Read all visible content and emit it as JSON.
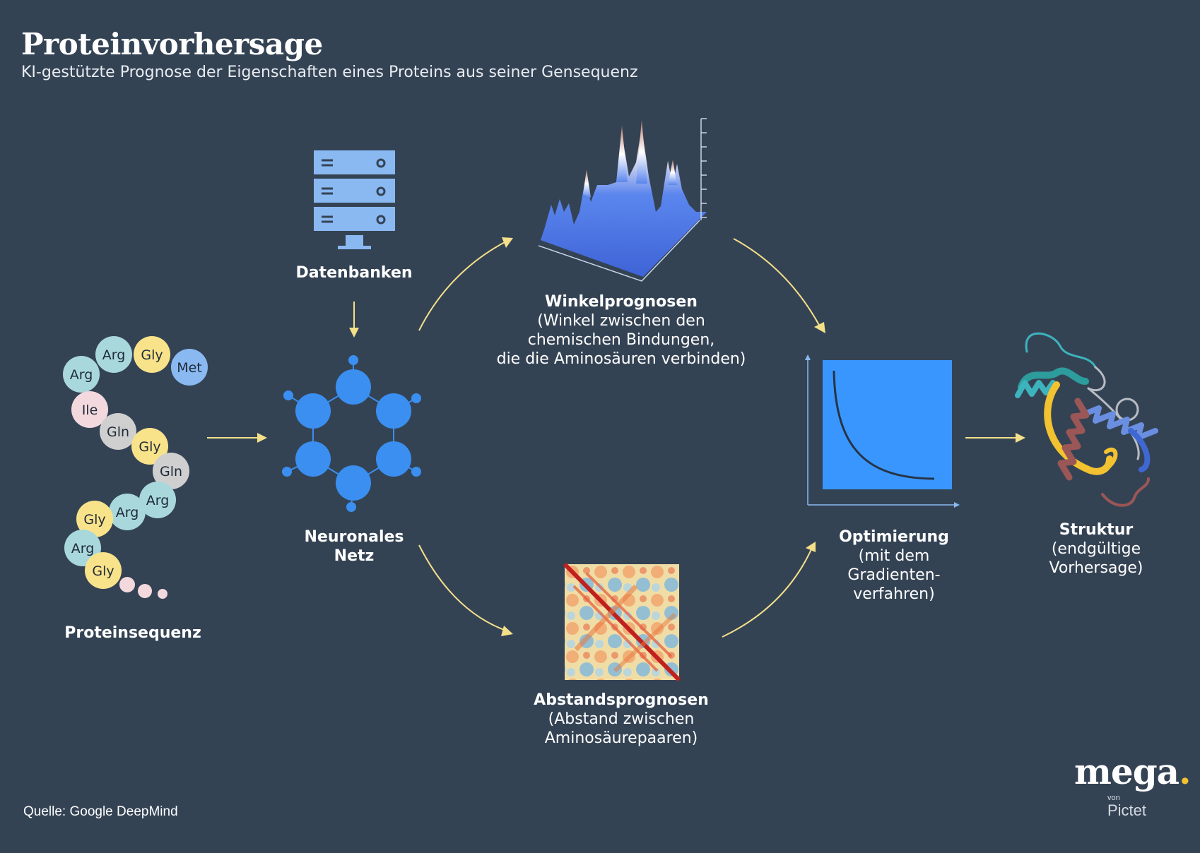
{
  "header": {
    "title": "Proteinvorhersage",
    "subtitle": "KI-gestützte Prognose der Eigenschaften eines Proteins aus seiner Gensequenz"
  },
  "nodes": {
    "sequence": {
      "title": "Proteinsequenz"
    },
    "databases": {
      "title": "Datenbanken"
    },
    "network": {
      "line1": "Neuronales",
      "line2": "Netz"
    },
    "angles": {
      "title": "Winkelprognosen",
      "line1": "(Winkel zwischen den",
      "line2": "chemischen Bindungen,",
      "line3": "die die Aminosäuren verbinden)"
    },
    "distances": {
      "title": "Abstandsprognosen",
      "line1": "(Abstand zwischen",
      "line2": "Aminosäurepaaren)"
    },
    "optimization": {
      "title": "Optimierung",
      "line1": "(mit dem",
      "line2": "Gradienten-",
      "line3": "verfahren)"
    },
    "structure": {
      "title": "Struktur",
      "line1": "(endgültige",
      "line2": "Vorhersage)"
    }
  },
  "amino_acids": [
    {
      "name": "Arg",
      "color": "#a9d8dc"
    },
    {
      "name": "Gly",
      "color": "#f9e38a"
    },
    {
      "name": "Met",
      "color": "#8ab9f2"
    },
    {
      "name": "Arg",
      "color": "#a9d8dc"
    },
    {
      "name": "Ile",
      "color": "#f3d9de"
    },
    {
      "name": "Gln",
      "color": "#cfcfcf"
    },
    {
      "name": "Gly",
      "color": "#f9e38a"
    },
    {
      "name": "Gln",
      "color": "#cfcfcf"
    },
    {
      "name": "Arg",
      "color": "#a9d8dc"
    },
    {
      "name": "Arg",
      "color": "#a9d8dc"
    },
    {
      "name": "Gly",
      "color": "#f9e38a"
    },
    {
      "name": "Arg",
      "color": "#a9d8dc"
    },
    {
      "name": "Gly",
      "color": "#f9e38a"
    }
  ],
  "colors": {
    "background": "#344354",
    "arrow": "#f5e08a",
    "network_blue": "#3a8ff0",
    "database_blue": "#8ab9f2",
    "accent_yellow": "#f2c230"
  },
  "footer": {
    "source": "Quelle: Google DeepMind",
    "logo_main": "mega",
    "logo_dot": ".",
    "logo_von": "von",
    "logo_pictet": "Pictet"
  }
}
